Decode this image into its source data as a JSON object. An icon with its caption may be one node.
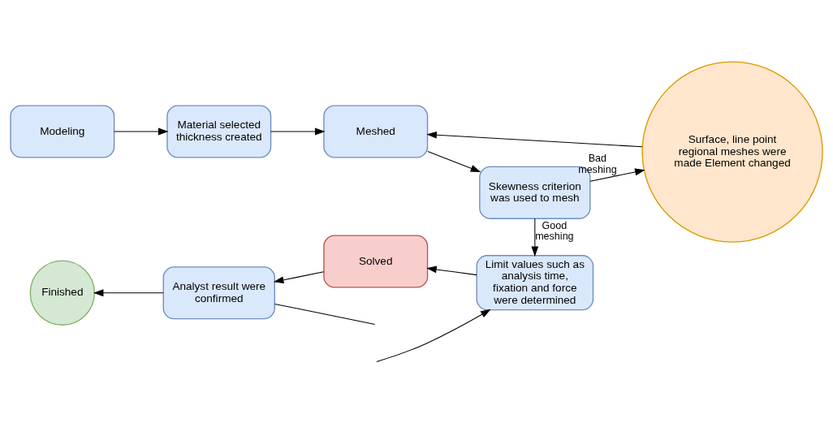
{
  "diagram": {
    "nodes": [
      {
        "text": [
          "Modeling"
        ]
      },
      {
        "text": [
          "Material selected thickness created"
        ]
      },
      {
        "text": [
          "Meshed"
        ]
      },
      {
        "text": [
          "Skewness criterion was used to mesh"
        ]
      },
      {
        "text": [
          "Surface, line point regional meshes were made Element changed"
        ]
      },
      {
        "text": [
          "Limit values such as analysis time, fixation and force were determined"
        ]
      },
      {
        "text": [
          "Solved"
        ]
      },
      {
        "text": [
          "Analyst result were confirmed"
        ]
      },
      {
        "text": [
          "Finished"
        ]
      }
    ],
    "edges": [
      {
        "from": 0,
        "to": 1,
        "arrow": "to"
      },
      {
        "from": 1,
        "to": 2,
        "arrow": "to"
      },
      {
        "from": 2,
        "to": 3,
        "arrow": "to"
      },
      {
        "from": 3,
        "to": 4,
        "arrow": "to",
        "label": "Bad meshing"
      },
      {
        "from": 4,
        "to": 2,
        "arrow": "to"
      },
      {
        "from": 3,
        "to": 5,
        "arrow": "to",
        "label": "Good meshing"
      },
      {
        "from": 5,
        "to": 6,
        "arrow": "to"
      },
      {
        "from": 6,
        "to": 7,
        "arrow": "to"
      },
      {
        "from": 7,
        "to": 8,
        "arrow": "to"
      },
      {
        "from": 7,
        "to": null,
        "arrow": "none"
      },
      {
        "from": null,
        "to": 5,
        "arrow": "to"
      }
    ]
  }
}
